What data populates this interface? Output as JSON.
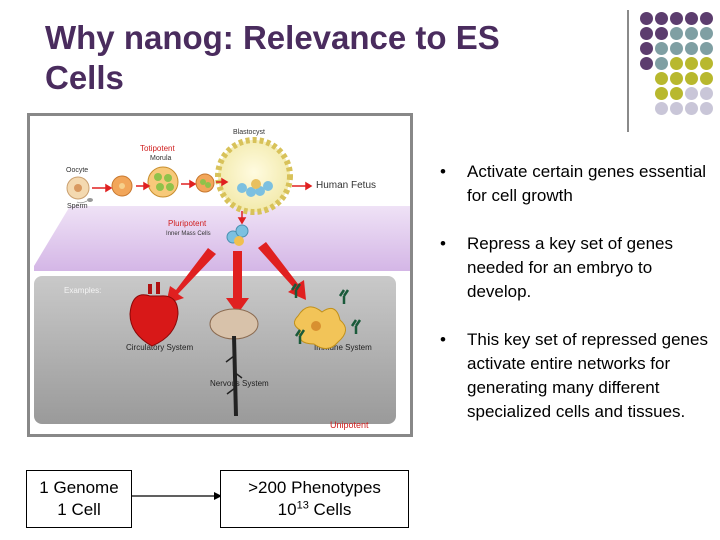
{
  "slide": {
    "title_line1": "Why nanog: Relevance to ES",
    "title_line2": "Cells"
  },
  "bullets": [
    {
      "marker": "•",
      "text": "Activate certain genes essential for cell growth"
    },
    {
      "marker": "•",
      "text": "Repress a key set of genes needed for an embryo to develop."
    },
    {
      "marker": "•",
      "text": "This key set of repressed genes activate entire networks for generating many different specialized cells and tissues."
    }
  ],
  "boxes": {
    "genome_line1": "1 Genome",
    "genome_line2": "1 Cell",
    "phenotypes_line1": ">200 Phenotypes",
    "phenotypes_base": "10",
    "phenotypes_exp": "13",
    "phenotypes_suffix": " Cells"
  },
  "figure": {
    "blastocyst": "Blastocyst",
    "totipotent": "Totipotent",
    "morula": "Morula",
    "oocyte": "Oocyte",
    "sperm": "Sperm",
    "human_fetus": "Human Fetus",
    "pluripotent": "Pluripotent",
    "inner_mass": "Inner Mass Cells",
    "examples": "Examples:",
    "circulatory": "Circulatory System",
    "immune": "Immune System",
    "nervous": "Nervous System",
    "unipotent": "Unipotent"
  },
  "colors": {
    "title": "#4a2c5e",
    "dot_purple": "#5c3d6e",
    "dot_teal": "#7f9fa3",
    "dot_olive": "#b8b82e",
    "dot_lavender": "#c9c6d8",
    "arrow_red": "#e02020"
  }
}
